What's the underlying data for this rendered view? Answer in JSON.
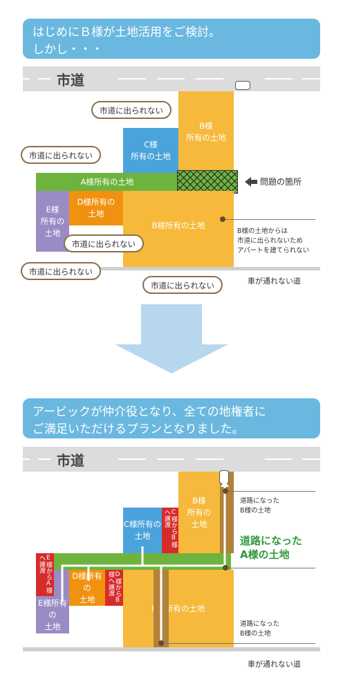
{
  "top": {
    "banner_line1": "はじめにＢ様が土地活用をご検討。",
    "banner_line2": "しかし・・・",
    "road": "市道",
    "blocks": {
      "b_upper_1": "B様",
      "b_upper_2": "所有の土地",
      "c_1": "C様",
      "c_2": "所有の土地",
      "a": "A様所有の土地",
      "d_1": "D様所有の",
      "d_2": "土地",
      "b_lower": "B様所有の土地",
      "e_1": "E様",
      "e_2": "所有の",
      "e_3": "土地"
    },
    "callouts": {
      "c": "市道に出られない",
      "a": "市道に出られない",
      "d": "市道に出られない",
      "e": "市道に出られない",
      "b": "市道に出られない"
    },
    "problem_label": "問題の箇所",
    "note_1": "B様の土地からは",
    "note_2": "市道に出られないため",
    "note_3": "アパートを建てられない",
    "no_car_road": "車が通れない道"
  },
  "bottom": {
    "banner_line1": "アービックが仲介役となり、全ての地権者に",
    "banner_line2": "ご満足いただけるプランとなりました。",
    "road": "市道",
    "blocks": {
      "b_upper_1": "B様",
      "b_upper_2": "所有の",
      "b_upper_3": "土地",
      "c_1": "C様所有の",
      "c_2": "土地",
      "c_to_b": "C様からB様へ譲渡",
      "e_to_a": "E様からA様へ譲渡",
      "d_1": "D様所有の",
      "d_2": "土地",
      "d_to_b": "D様からB様へ譲渡",
      "e_1": "E様所有の",
      "e_2": "土地",
      "b_lower": "B様所有の土地"
    },
    "road_note_1a": "道路になった",
    "road_note_1b": "B様の土地",
    "highlight_1": "道路になった",
    "highlight_2": "A様の土地",
    "road_note_2a": "道路になった",
    "road_note_2b": "B様の土地",
    "no_car_road": "車が通れない道"
  },
  "colors": {
    "banner": "#6ab8df",
    "b_land": "#f6b93b",
    "c_land": "#4aa3da",
    "a_land": "#6fb33f",
    "d_land": "#f0920f",
    "e_land": "#9b8bc4",
    "transfer": "#d62b2b",
    "highlight_text": "#2e9a3a"
  }
}
